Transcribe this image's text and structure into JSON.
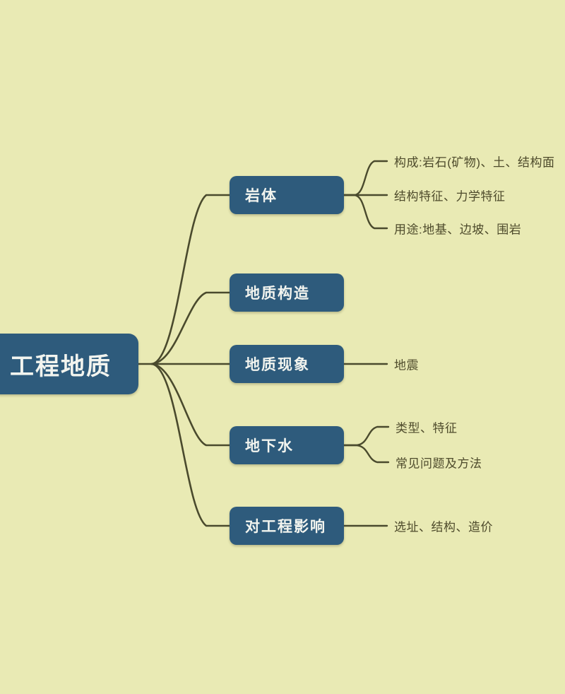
{
  "diagram": {
    "type": "mind-map",
    "background_color": "#e9eab4",
    "node_color": "#2e5b7c",
    "node_text_color": "#f2f4ef",
    "leaf_text_color": "#4e4b2c",
    "edge_color": "#4a4a2d",
    "root": {
      "label": "工程地质"
    },
    "branches": [
      {
        "label": "岩体",
        "leaves": [
          "构成:岩石(矿物)、土、结构面",
          "结构特征、力学特征",
          "用途:地基、边坡、围岩"
        ]
      },
      {
        "label": "地质构造",
        "leaves": []
      },
      {
        "label": "地质现象",
        "leaves": [
          "地震"
        ]
      },
      {
        "label": "地下水",
        "leaves": [
          "类型、特征",
          "常见问题及方法"
        ]
      },
      {
        "label": "对工程影响",
        "leaves": [
          "选址、结构、造价"
        ]
      }
    ]
  }
}
